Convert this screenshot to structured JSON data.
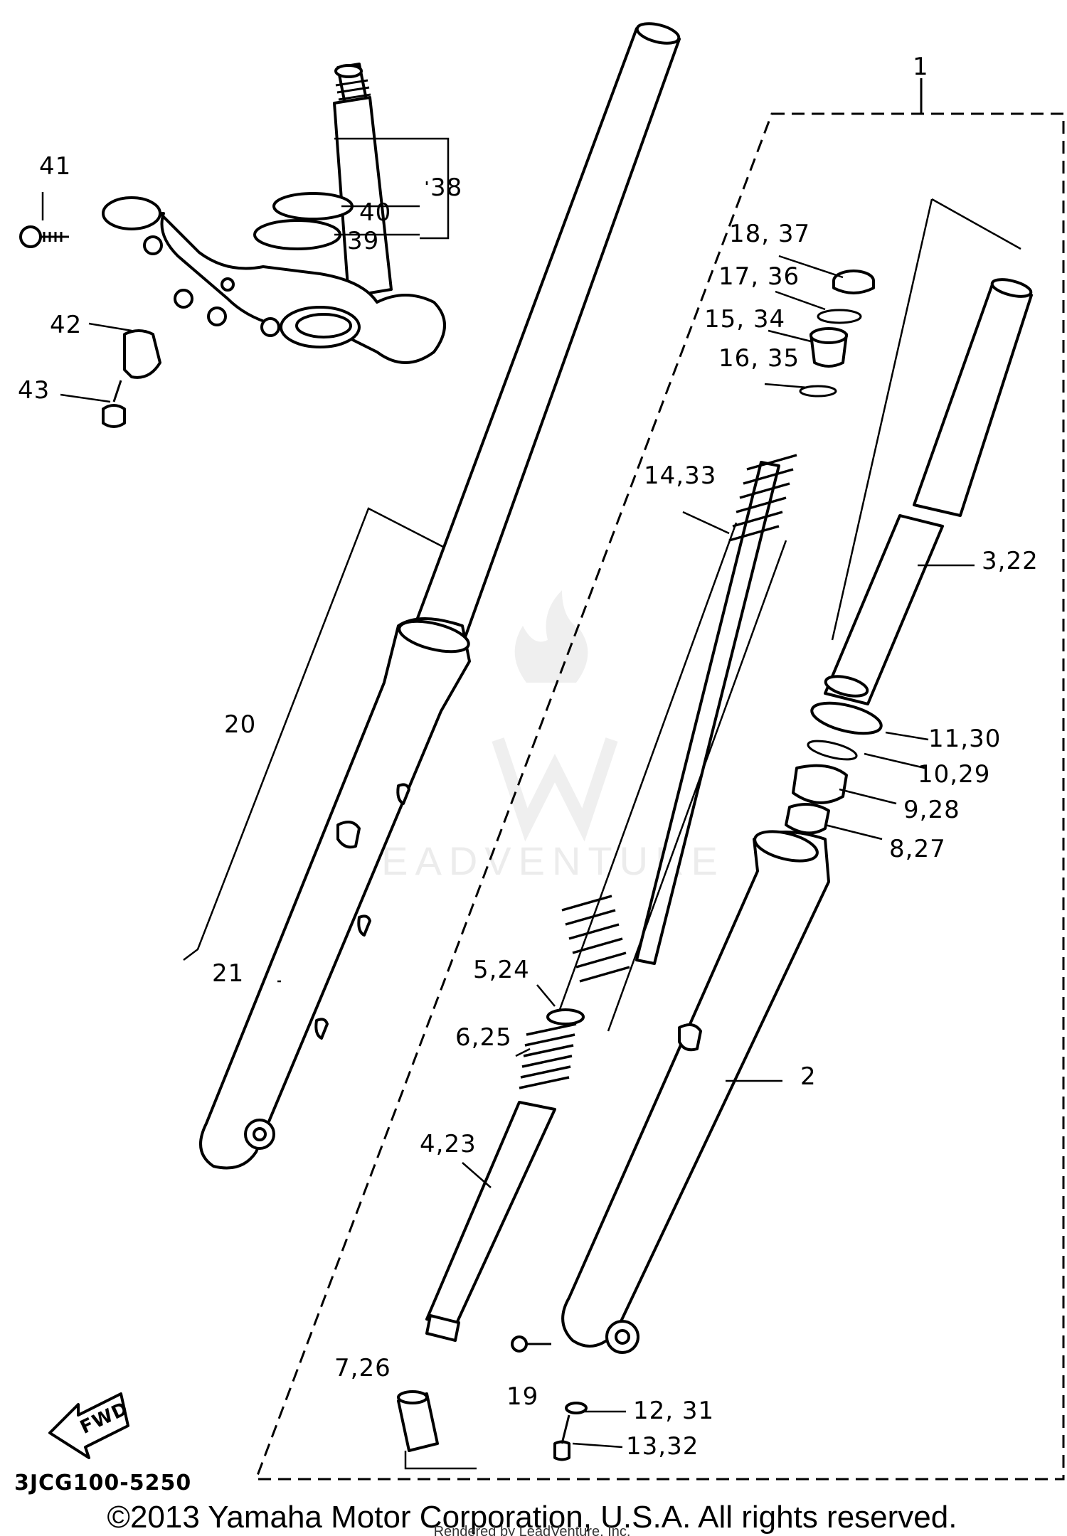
{
  "diagram": {
    "callouts": {
      "c1": "1",
      "c2": "2",
      "c3_22": "3,22",
      "c4_23": "4,23",
      "c5_24": "5,24",
      "c6_25": "6,25",
      "c7_26": "7,26",
      "c8_27": "8,27",
      "c9_28": "9,28",
      "c10_29": "10,29",
      "c11_30": "11,30",
      "c12_31": "12, 31",
      "c13_32": "13,32",
      "c14_33": "14,33",
      "c15_34": "15, 34",
      "c16_35": "16, 35",
      "c17_36": "17, 36",
      "c18_37": "18, 37",
      "c19": "19",
      "c20": "20",
      "c21": "21",
      "c38": "38",
      "c39": "39",
      "c40": "40",
      "c41": "41",
      "c42": "42",
      "c43": "43"
    },
    "fwd_label": "FWD",
    "drawing_code": "3JCG100-5250",
    "watermark": "LEADVENTURE"
  },
  "footer": {
    "copyright": "©2013 Yamaha Motor Corporation, U.S.A. All rights reserved.",
    "rendered_by": "Rendered by LeadVenture, Inc."
  }
}
